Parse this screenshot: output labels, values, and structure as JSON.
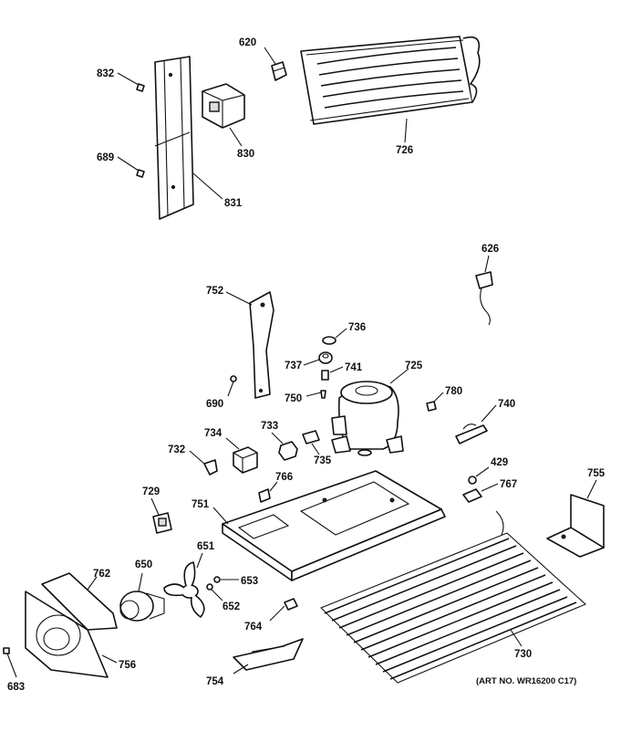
{
  "labels": {
    "l620": "620",
    "l832": "832",
    "l726": "726",
    "l830": "830",
    "l689": "689",
    "l831": "831",
    "l626": "626",
    "l752": "752",
    "l736": "736",
    "l737": "737",
    "l741": "741",
    "l725": "725",
    "l750": "750",
    "l690": "690",
    "l780": "780",
    "l740": "740",
    "l734": "734",
    "l733": "733",
    "l732": "732",
    "l735": "735",
    "l429": "429",
    "l766": "766",
    "l767": "767",
    "l755": "755",
    "l729": "729",
    "l751": "751",
    "l651": "651",
    "l650": "650",
    "l762": "762",
    "l653": "653",
    "l652": "652",
    "l764": "764",
    "l730": "730",
    "l683": "683",
    "l756": "756",
    "l754": "754"
  },
  "art_number": "(ART NO. WR16200 C17)"
}
